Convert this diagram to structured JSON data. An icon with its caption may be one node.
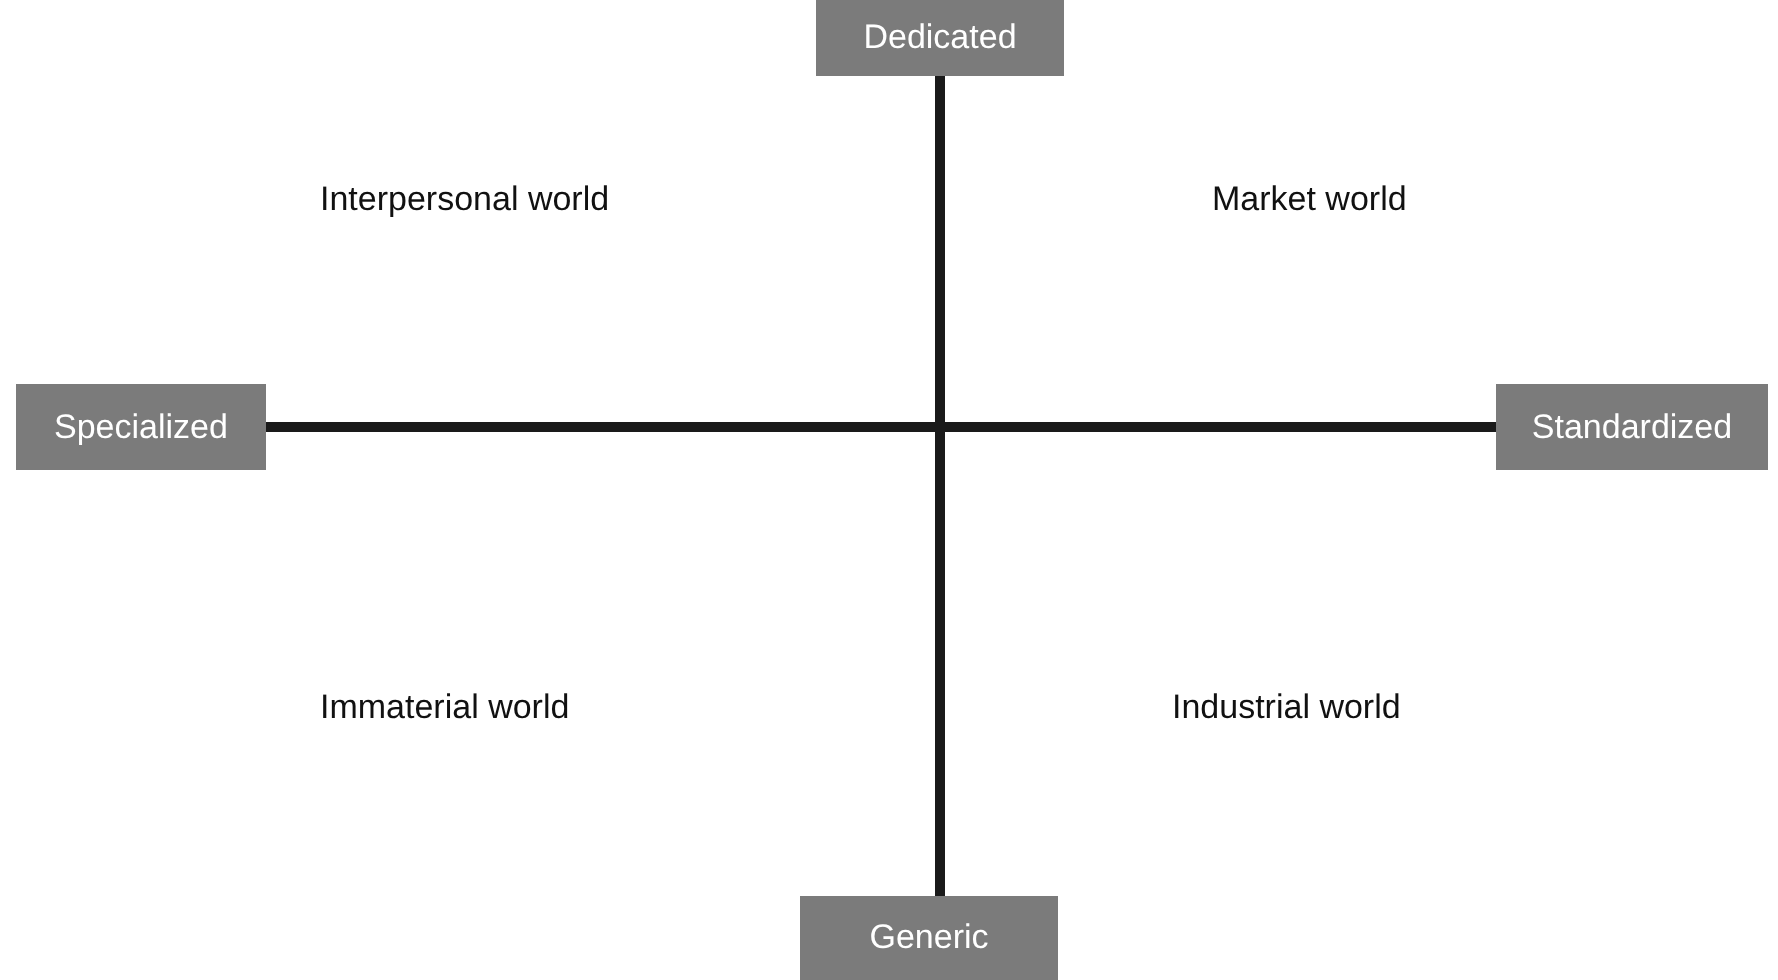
{
  "diagram": {
    "nodes": [
      {
        "text": [
          "Dedicated"
        ]
      },
      {
        "text": [
          "Specialized"
        ]
      },
      {
        "text": [
          "Standardized"
        ]
      },
      {
        "text": [
          "Generic"
        ]
      }
    ],
    "edges": [
      {
        "from": 0,
        "to": 3,
        "arrow": "none"
      },
      {
        "from": 1,
        "to": 2,
        "arrow": "none"
      }
    ],
    "labels": [
      "Interpersonal world",
      "Market world",
      "Immaterial world",
      "Industrial world"
    ]
  }
}
